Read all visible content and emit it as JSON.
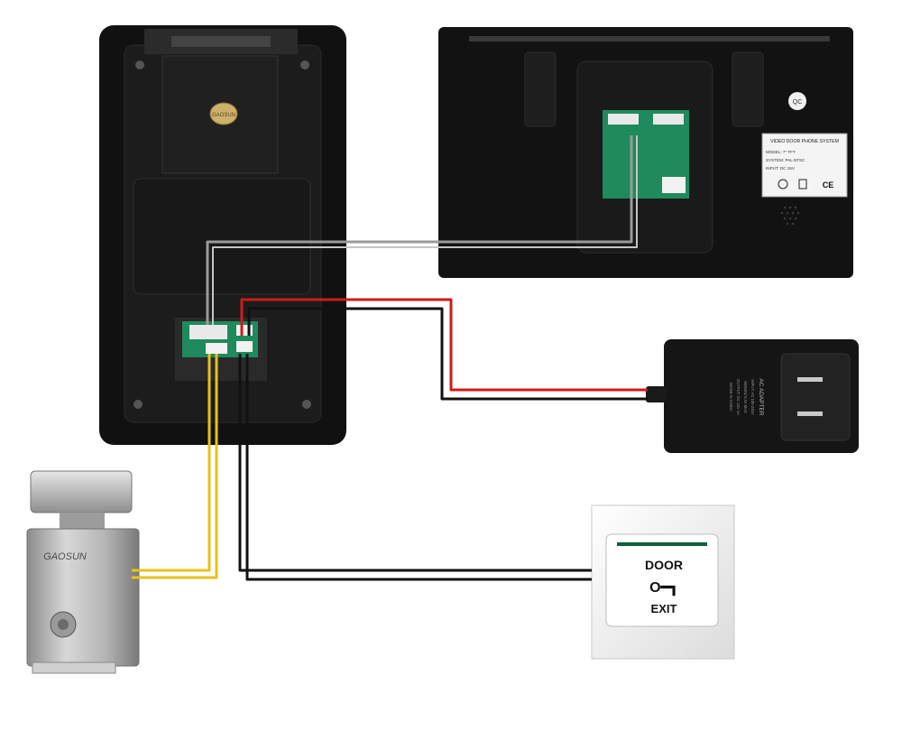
{
  "door_station": {
    "badge_text": "GAOSUN"
  },
  "monitor": {
    "qc_label": "QC",
    "rating_label_title": "VIDEO DOOR PHONE SYSTEM",
    "rating_rows": [
      "MODEL: 7\" TFT",
      "SYSTEM: PAL NTSC",
      "INPUT: DC 15V"
    ],
    "ce_mark": "CE"
  },
  "adapter": {
    "label_title": "AC ADAPTER",
    "label_lines": [
      "INPUT: AC 100-240V",
      "50/60Hz 0.3A MAX",
      "OUTPUT: DC 15V 1A",
      "MADE IN CHINA"
    ]
  },
  "lock": {
    "brand": "GAOSUN"
  },
  "exit_button": {
    "line1": "DOOR",
    "key_symbol": "O━┓",
    "line2": "EXIT"
  },
  "colors": {
    "wire_gray": "#9a9a9a",
    "wire_red": "#d11a1a",
    "wire_black": "#111111",
    "wire_yellow": "#e8c21a",
    "pcb_green": "#1f8a5b"
  }
}
